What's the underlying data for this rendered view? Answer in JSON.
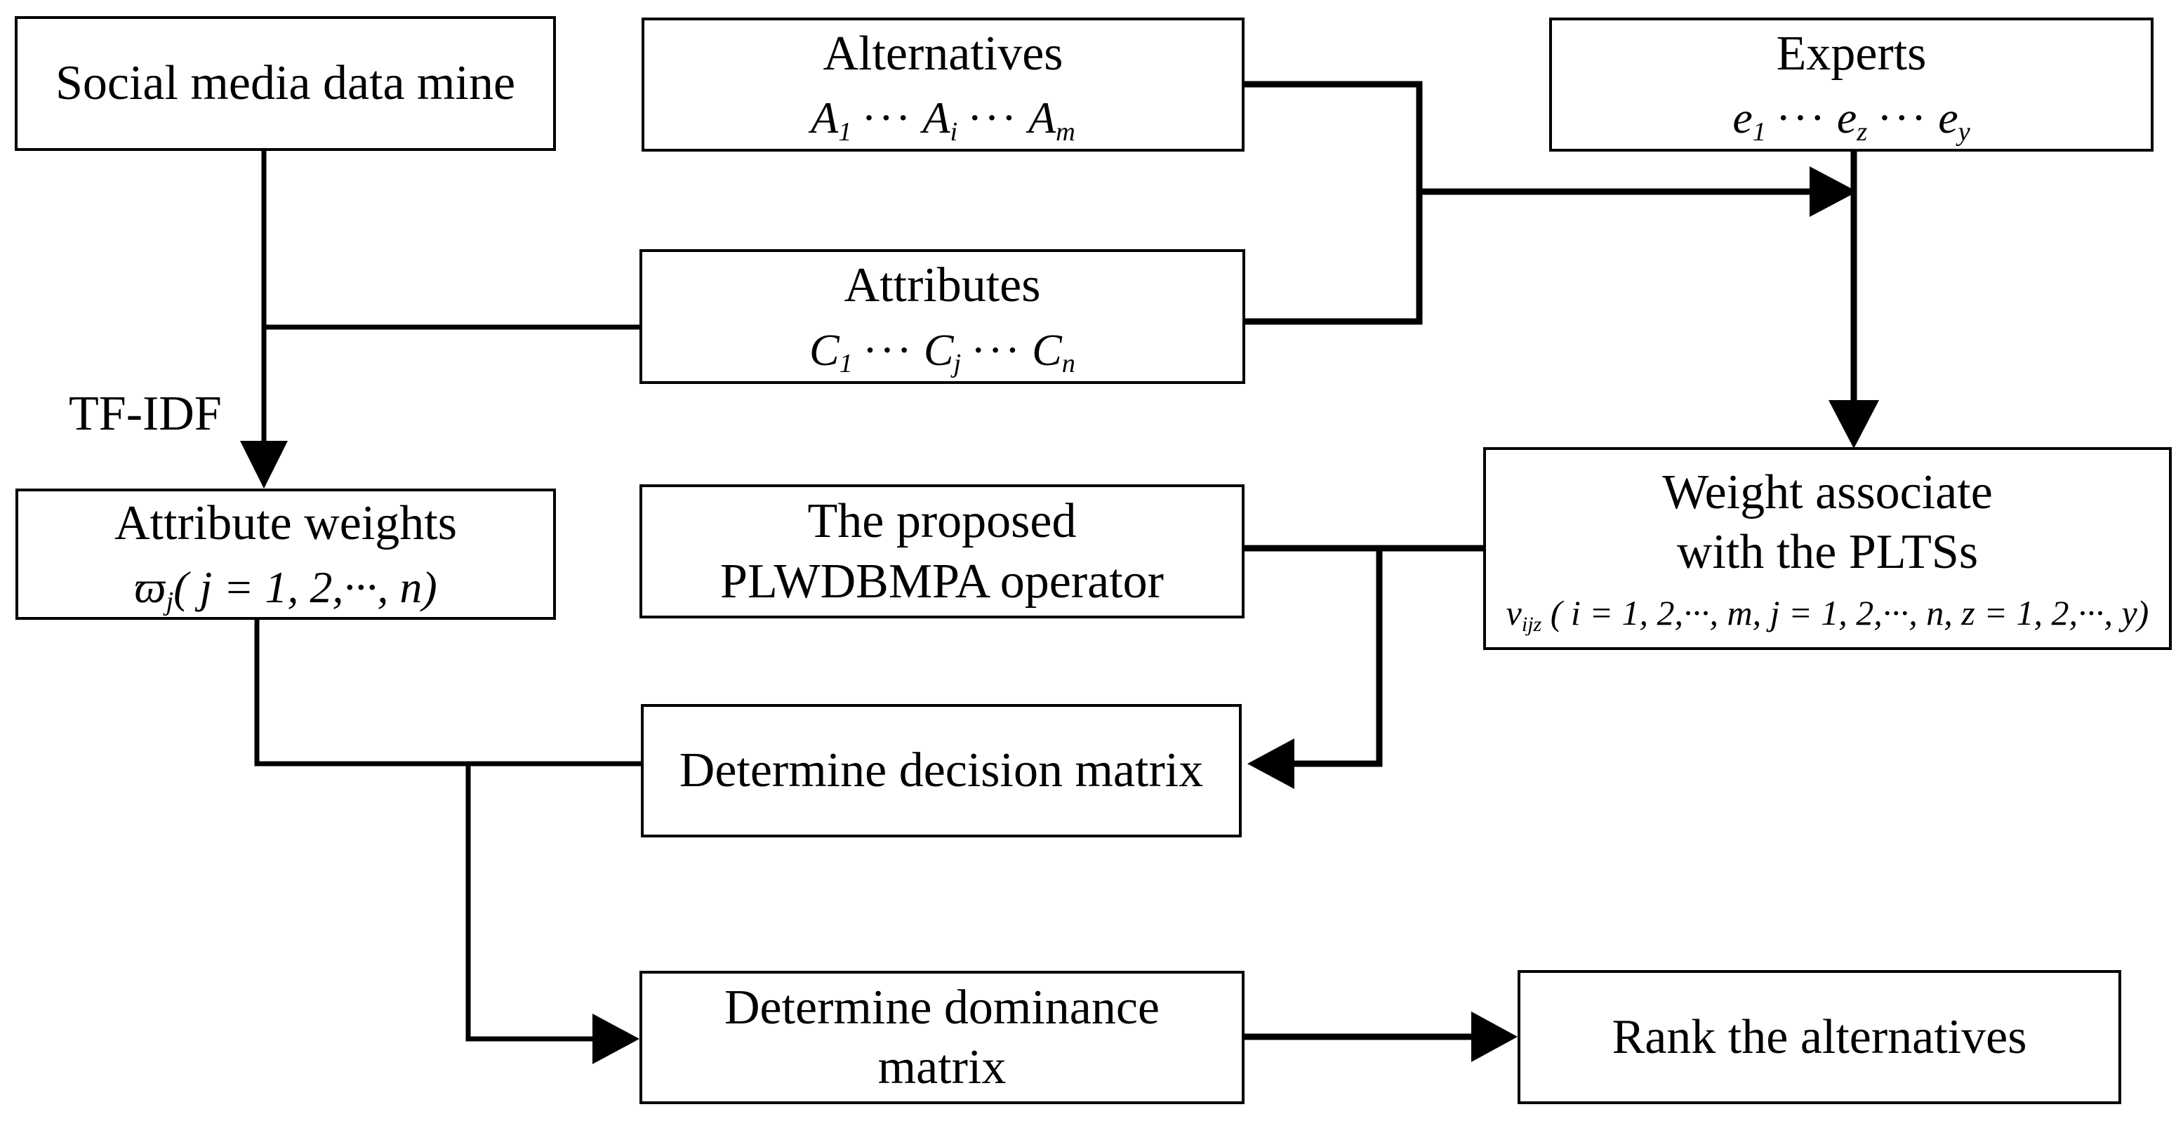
{
  "diagram": {
    "background_color": "#ffffff",
    "line_color": "#000000",
    "labels": {
      "tfidf": "TF-IDF"
    },
    "nodes": {
      "social_media": {
        "title": "Social media data mine"
      },
      "alternatives": {
        "title": "Alternatives",
        "math": {
          "b1": "A",
          "s1": "1",
          "d1": "···",
          "b2": "A",
          "s2": "i",
          "d2": "···",
          "b3": "A",
          "s3": "m"
        }
      },
      "experts": {
        "title": "Experts",
        "math": {
          "b1": "e",
          "s1": "1",
          "d1": "···",
          "b2": "e",
          "s2": "z",
          "d2": "···",
          "b3": "e",
          "s3": "y"
        }
      },
      "attributes": {
        "title": "Attributes",
        "math": {
          "b1": "C",
          "s1": "1",
          "d1": "···",
          "b2": "C",
          "s2": "j",
          "d2": "···",
          "b3": "C",
          "s3": "n"
        }
      },
      "attribute_weights": {
        "title": "Attribute weights",
        "math": {
          "b1": "ϖ",
          "s1": "j",
          "rest": "( j = 1, 2,···, n)"
        }
      },
      "plwdbmpa": {
        "line1": "The proposed",
        "line2": "PLWDBMPA operator"
      },
      "weight_plts": {
        "line1": "Weight associate",
        "line2": "with the PLTSs",
        "math": {
          "b1": "v",
          "s1": "ijz",
          "rest": " ( i = 1, 2,···, m, j = 1, 2,···, n, z = 1, 2,···, y)"
        }
      },
      "decision_matrix": {
        "title": "Determine decision matrix"
      },
      "dominance_matrix": {
        "line1": "Determine dominance",
        "line2": "matrix"
      },
      "rank": {
        "title": "Rank the alternatives"
      }
    }
  }
}
